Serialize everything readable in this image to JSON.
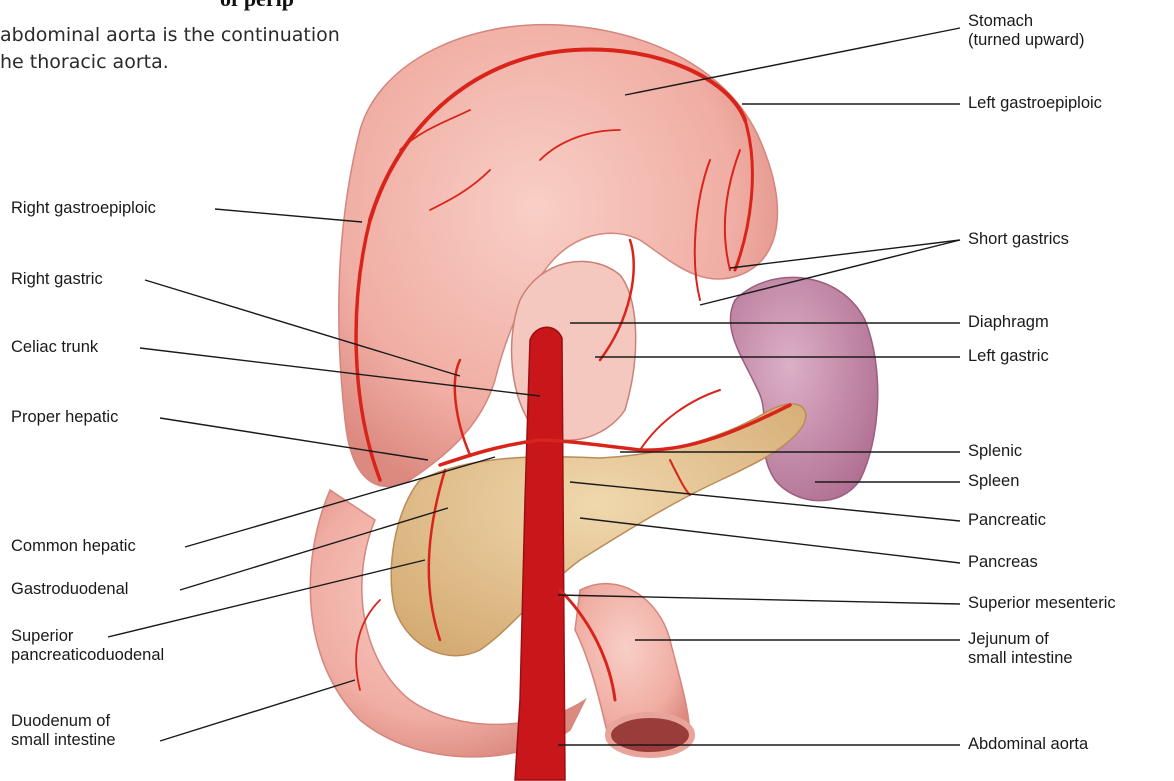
{
  "heading": "of perip",
  "intro": {
    "line1": " abdominal aorta is the continuation",
    "line2": "he thoracic aorta."
  },
  "labels": {
    "stomach": {
      "l1": "Stomach",
      "l2": "(turned upward)"
    },
    "left_gastroepiploic": "Left gastroepiploic",
    "short_gastrics": "Short gastrics",
    "diaphragm": "Diaphragm",
    "left_gastric": "Left gastric",
    "splenic": "Splenic",
    "spleen": "Spleen",
    "pancreatic": "Pancreatic",
    "pancreas": "Pancreas",
    "superior_mesenteric": "Superior mesenteric",
    "jejunum": {
      "l1": "Jejunum of",
      "l2": "small intestine"
    },
    "abdominal_aorta": "Abdominal aorta",
    "right_gastroepiploic": "Right gastroepiploic",
    "right_gastric": "Right gastric",
    "celiac_trunk": "Celiac trunk",
    "proper_hepatic": "Proper hepatic",
    "common_hepatic": "Common hepatic",
    "gastroduodenal": "Gastroduodenal",
    "superior_pancreaticoduodenal": {
      "l1": "Superior",
      "l2": "pancreaticoduodenal"
    },
    "duodenum": {
      "l1": "Duodenum of",
      "l2": "small intestine"
    }
  },
  "colors": {
    "stomach": "#f2b5ab",
    "stomach_shade": "#e08f86",
    "artery": "#d9241c",
    "spleen": "#c98aa8",
    "pancreas": "#e8c896",
    "aorta": "#c8161a",
    "leader": "#1a1a1a"
  }
}
